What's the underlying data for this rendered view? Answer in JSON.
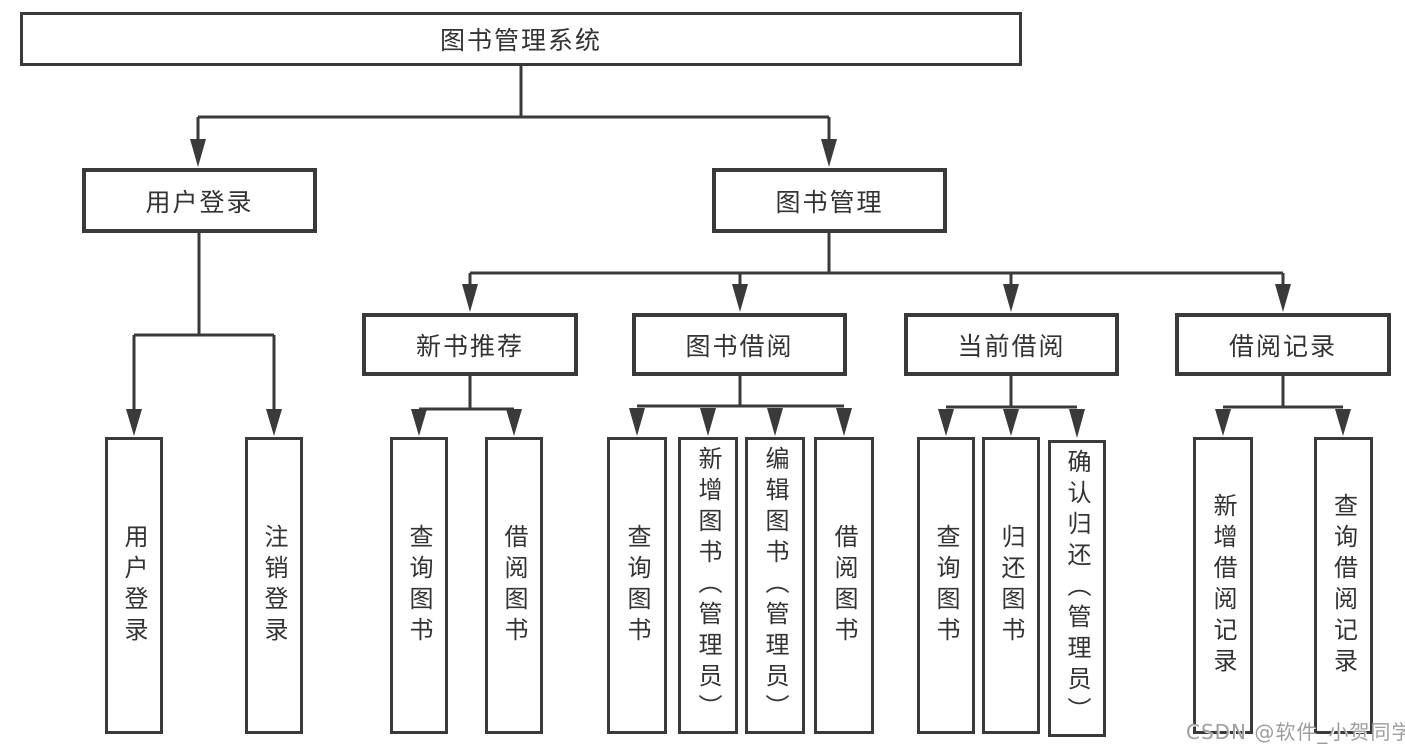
{
  "diagram_title": "图书管理系统",
  "watermark": "CSDN @软件_小贺同学",
  "colors": {
    "line": "#3a3a3a",
    "text": "#333333",
    "watermark": "#9e9e9e",
    "background": "#ffffff"
  },
  "nodes": {
    "root": "图书管理系统",
    "user_login": "用户登录",
    "book_mgmt": "图书管理",
    "login": "用户登录",
    "logout": "注销登录",
    "new_book_rec": "新书推荐",
    "book_borrow": "图书借阅",
    "current_borrow": "当前借阅",
    "borrow_records": "借阅记录",
    "nbr_query_books": "查询图书",
    "nbr_borrow_books": "借阅图书",
    "bb_query_books": "查询图书",
    "bb_add_books": "新增图书（管理员）",
    "bb_edit_books": "编辑图书（管理员）",
    "bb_borrow_books": "借阅图书",
    "cb_query_books": "查询图书",
    "cb_return_books": "归还图书",
    "cb_confirm_return": "确认归还（管理员）",
    "br_add_record": "新增借阅记录",
    "br_query_record": "查询借阅记录"
  },
  "hierarchy": {
    "图书管理系统": [
      "用户登录",
      "图书管理"
    ],
    "用户登录": [
      "用户登录",
      "注销登录"
    ],
    "图书管理": [
      "新书推荐",
      "图书借阅",
      "当前借阅",
      "借阅记录"
    ],
    "新书推荐": [
      "查询图书",
      "借阅图书"
    ],
    "图书借阅": [
      "查询图书",
      "新增图书（管理员）",
      "编辑图书（管理员）",
      "借阅图书"
    ],
    "当前借阅": [
      "查询图书",
      "归还图书",
      "确认归还（管理员）"
    ],
    "借阅记录": [
      "新增借阅记录",
      "查询借阅记录"
    ]
  }
}
